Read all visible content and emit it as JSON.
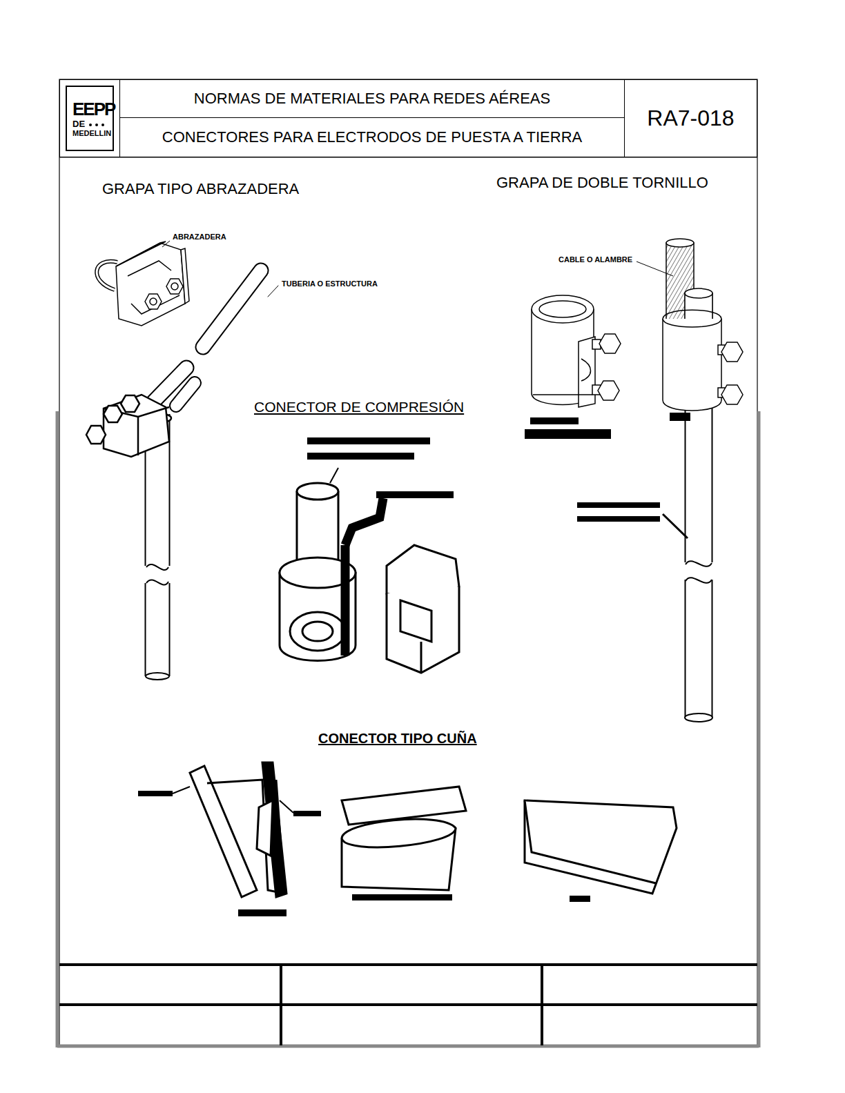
{
  "diagram": {
    "nodes": [
      {
        "text": [
          "EEPP",
          "DE",
          "MEDELLIN"
        ]
      },
      {
        "text": [
          "NORMAS DE MATERIALES PARA REDES AÉREAS"
        ]
      },
      {
        "text": [
          "CONECTORES PARA ELECTRODOS DE PUESTA A TIERRA"
        ]
      },
      {
        "text": [
          "RA7-018"
        ]
      }
    ],
    "labels": [
      "GRAPA TIPO ABRAZADERA",
      "GRAPA DE DOBLE TORNILLO",
      "ABRAZADERA",
      "TUBERIA O ESTRUCTURA",
      "CABLE O ALAMBRE",
      "CONECTOR DE COMPRESIÓN",
      "CONECTOR TIPO CUÑA"
    ]
  }
}
